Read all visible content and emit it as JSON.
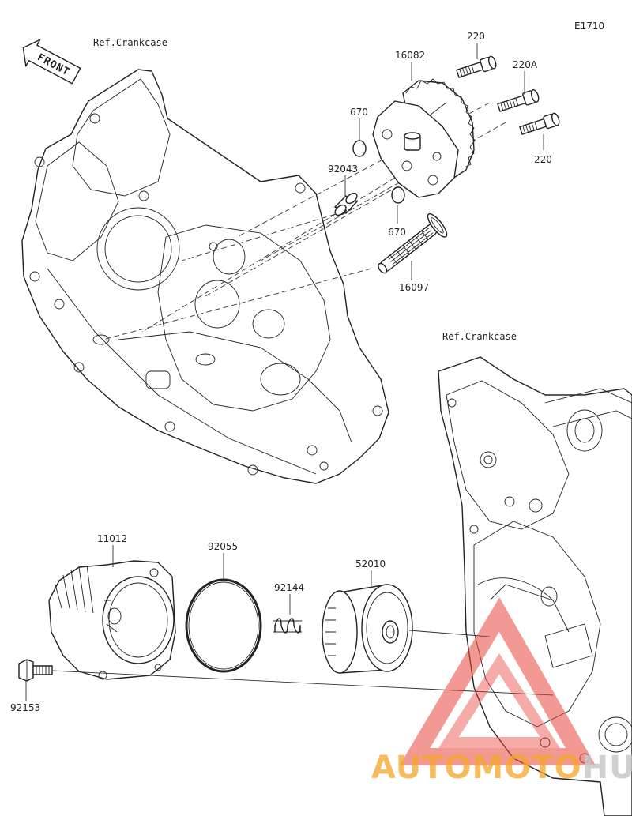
{
  "diagram_code": "E1710",
  "front_label": "FRONT",
  "ref_labels": [
    "Ref.Crankcase",
    "Ref.Crankcase"
  ],
  "parts": [
    {
      "id": "p220a",
      "number": "220"
    },
    {
      "id": "p220b",
      "number": "220A"
    },
    {
      "id": "p220c",
      "number": "220"
    },
    {
      "id": "p16082",
      "number": "16082"
    },
    {
      "id": "p670a",
      "number": "670"
    },
    {
      "id": "p670b",
      "number": "670"
    },
    {
      "id": "p92043",
      "number": "92043"
    },
    {
      "id": "p16097",
      "number": "16097"
    },
    {
      "id": "p11012",
      "number": "11012"
    },
    {
      "id": "p92055",
      "number": "92055"
    },
    {
      "id": "p92144",
      "number": "92144"
    },
    {
      "id": "p52010",
      "number": "52010"
    },
    {
      "id": "p92153",
      "number": "92153"
    }
  ],
  "watermark": {
    "brand": "AUTOMOTOHUB",
    "colors": {
      "auto": "#f4a52a",
      "moto": "#f4a52a",
      "hub": "#c8c8c8",
      "triangle": "#e8453c"
    }
  }
}
